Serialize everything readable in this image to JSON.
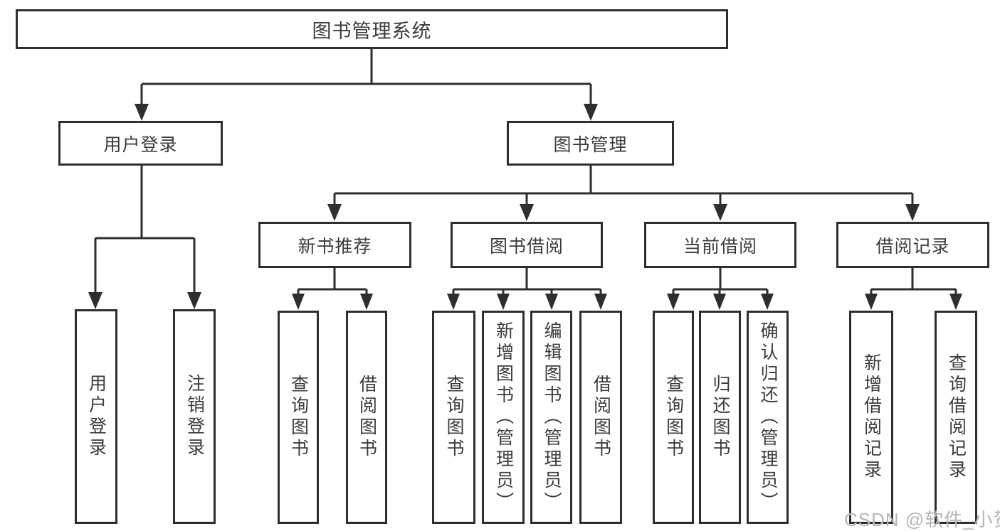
{
  "diagram": {
    "title": "图书管理系统",
    "tree": {
      "root": {
        "label": "图书管理系统"
      },
      "children": [
        {
          "label": "用户登录",
          "children": [
            {
              "label": "用户登录"
            },
            {
              "label": "注销登录"
            }
          ]
        },
        {
          "label": "图书管理",
          "children": [
            {
              "label": "新书推荐",
              "children": [
                {
                  "label": "查询图书"
                },
                {
                  "label": "借阅图书"
                }
              ]
            },
            {
              "label": "图书借阅",
              "children": [
                {
                  "label": "查询图书"
                },
                {
                  "label": "新增图书（管理员）"
                },
                {
                  "label": "编辑图书（管理员）"
                },
                {
                  "label": "借阅图书"
                }
              ]
            },
            {
              "label": "当前借阅",
              "children": [
                {
                  "label": "查询图书"
                },
                {
                  "label": "归还图书"
                },
                {
                  "label": "确认归还（管理员）"
                }
              ]
            },
            {
              "label": "借阅记录",
              "children": [
                {
                  "label": "新增借阅记录"
                },
                {
                  "label": "查询借阅记录"
                }
              ]
            }
          ]
        }
      ]
    },
    "colors": {
      "line": "#2e2e2e",
      "text": "#3b3b3b",
      "background": "#ffffff",
      "watermark": "#b6b6b6"
    }
  },
  "watermark": {
    "text": "CSDN @软件_小贺同学"
  }
}
